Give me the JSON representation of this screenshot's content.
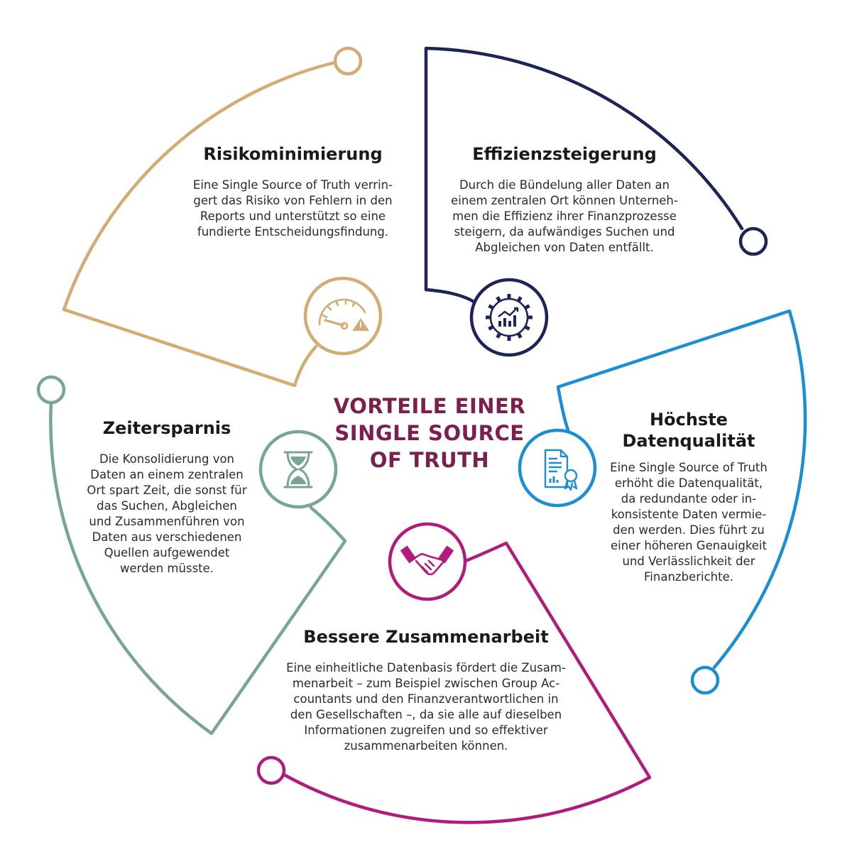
{
  "title": "VORTEILE EINER\nSINGLE SOURCE\nOF TRUTH",
  "colors": {
    "title": "#7a1f4e",
    "risk": "#d2ac72",
    "efficiency": "#1d2456",
    "quality": "#1b8ed4",
    "collaboration": "#b11b7c",
    "time": "#78a595"
  },
  "sections": {
    "risk": {
      "heading": "Risikominimierung",
      "text": "Eine Single Source of Truth verrin-\ngert das Risiko von Fehlern in den\nReports und unterstützt so eine\nfundierte Entscheidungsfindung.",
      "icon": "gauge-warning-icon"
    },
    "efficiency": {
      "heading": "Effizienzsteigerung",
      "text": "Durch die Bündelung aller Daten an\neinem zentralen Ort können Unterneh-\nmen die Effizienz ihrer Finanzprozesse\nsteigern, da aufwändiges Suchen und\nAbgleichen von Daten entfällt.",
      "icon": "gear-chart-icon"
    },
    "quality": {
      "heading": "Höchste\nDatenqualität",
      "text": "Eine Single Source of Truth\nerhöht die Datenqualität,\nda redundante oder in-\nkonsistente Daten vermie-\nden werden. Dies führt zu\neiner höheren Genauigkeit\nund Verlässlichkeit der\nFinanzberichte.",
      "icon": "certified-document-icon"
    },
    "collaboration": {
      "heading": "Bessere Zusammenarbeit",
      "text": "Eine einheitliche Datenbasis fördert die Zusam-\nmenarbeit – zum Beispiel zwischen Group Ac-\ncountants und den Finanzverantwortlichen in\nden Gesellschaften –, da sie alle auf dieselben\nInformationen zugreifen und so effektiver\nzusammenarbeiten können.",
      "icon": "handshake-icon"
    },
    "time": {
      "heading": "Zeitersparnis",
      "text": "Die Konsolidierung von\nDaten an einem zentralen\nOrt spart Zeit, die sonst für\ndas Suchen, Abgleichen\nund Zusammenführen von\nDaten aus verschiedenen\nQuellen aufgewendet\nwerden müsste.",
      "icon": "hourglass-icon"
    }
  }
}
